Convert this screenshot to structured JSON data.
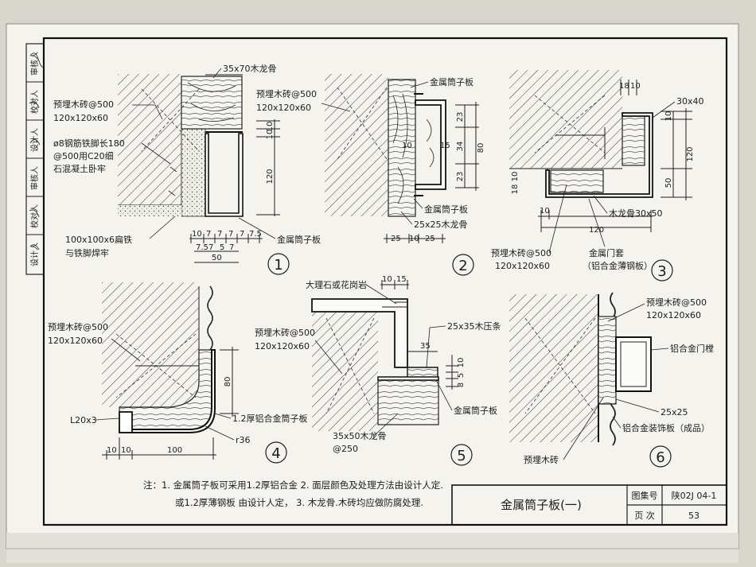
{
  "side_column": {
    "labels": [
      "审核人",
      "校对人",
      "设计人",
      "审核人",
      "校对人",
      "设计人"
    ]
  },
  "details": {
    "d1": {
      "number": "1",
      "labels": {
        "keel": "35x70木龙骨",
        "brick_a": "预埋木砖@500",
        "brick_b": "120x120x60",
        "steel_a": "ø8钢筋铁脚长180",
        "steel_b": "@500用C20细",
        "steel_c": "石混凝土卧牢",
        "flat_a": "100x100x6扁铁",
        "flat_b": "与铁脚焊牢",
        "panel": "金属筒子板"
      },
      "dims": {
        "v1": "10",
        "v2": "10",
        "v3": "120",
        "h1": "10",
        "h2": "7",
        "h3": "7",
        "h4": "7",
        "h5": "7",
        "h6": "7.5",
        "b1": "7.5",
        "b2": "7",
        "b3": "5",
        "b4": "7",
        "total": "50"
      }
    },
    "d2": {
      "number": "2",
      "labels": {
        "brick_a": "预埋木砖@500",
        "brick_b": "120x120x60",
        "panel_top": "金属筒子板",
        "panel_bot": "金属筒子板",
        "keel": "25x25木龙骨"
      },
      "dims": {
        "d10": "10",
        "d15": "15",
        "v23a": "23",
        "v34": "34",
        "v23b": "23",
        "v80": "80",
        "h25a": "25",
        "h10": "10",
        "h25b": "25"
      }
    },
    "d3": {
      "number": "3",
      "labels": {
        "brick_a": "预埋木砖@500",
        "brick_b": "120x120x60",
        "keel": "木龙骨30x50",
        "casing_a": "金属门套",
        "casing_b": "（铝合金薄钢板）",
        "top": "30x40"
      },
      "dims": {
        "t18": "18",
        "t10": "10",
        "l10": "10",
        "l18": "18",
        "v10": "10",
        "v50": "50",
        "v120": "120",
        "h10": "10",
        "h120": "120"
      }
    },
    "d4": {
      "number": "4",
      "labels": {
        "brick_a": "预埋木砖@500",
        "brick_b": "120x120x60",
        "angle": "L20x3",
        "panel": "1.2厚铝合金筒子板",
        "radius": "r36"
      },
      "dims": {
        "v80": "80",
        "h10a": "10",
        "h10b": "10",
        "h100": "100"
      }
    },
    "d5": {
      "number": "5",
      "labels": {
        "stone": "大理石或花岗岩",
        "brick_a": "预埋木砖@500",
        "brick_b": "120x120x60",
        "strip": "25x35木压条",
        "panel": "金属筒子板",
        "keel_a": "35x50木龙骨",
        "keel_b": "@250"
      },
      "dims": {
        "t10": "10",
        "t15": "15",
        "d35": "35",
        "v10": "10",
        "v5": "5",
        "v8": "8"
      }
    },
    "d6": {
      "number": "6",
      "labels": {
        "brick_a": "预埋木砖@500",
        "brick_b": "120x120x60",
        "frame": "铝合金门樘",
        "d25": "25x25",
        "deco": "铝合金装饰板（成品）",
        "brick_bottom": "预埋木砖"
      }
    }
  },
  "notes": {
    "line1": "注：1. 金属筒子板可采用1.2厚铝合金  2. 面层颜色及处理方法由设计人定.",
    "line2": "或1.2厚薄钢板  由设计人定， 3. 木龙骨.木砖均应做防腐处理."
  },
  "title_block": {
    "title": "金属筒子板(一)",
    "atlas_label": "图集号",
    "atlas_value": "陕02J 04-1",
    "page_label": "页 次",
    "page_value": "53"
  }
}
